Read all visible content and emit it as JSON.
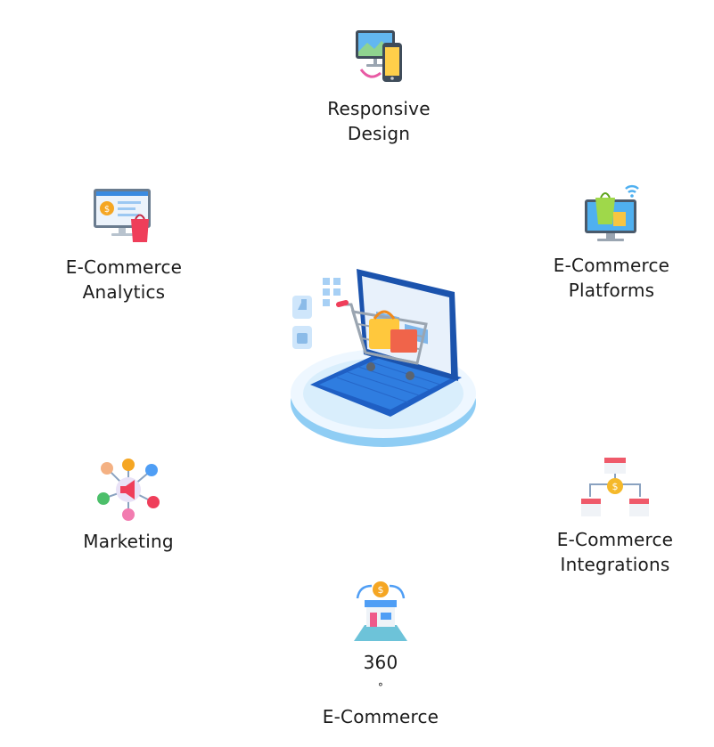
{
  "center": {
    "icon": "laptop-shopping-cart-icon"
  },
  "nodes": [
    {
      "id": "responsive",
      "line1": "Responsive",
      "line2": "Design",
      "icon": "responsive-devices-icon"
    },
    {
      "id": "analytics",
      "line1": "E-Commerce",
      "line2": "Analytics",
      "icon": "shop-monitor-bag-icon"
    },
    {
      "id": "platforms",
      "line1": "E-Commerce",
      "line2": "Platforms",
      "icon": "monitor-wifi-bag-icon"
    },
    {
      "id": "marketing",
      "line1": "Marketing",
      "line2": "",
      "icon": "megaphone-network-icon"
    },
    {
      "id": "integrations",
      "line1": "E-Commerce",
      "line2": "Integrations",
      "icon": "store-network-coin-icon"
    },
    {
      "id": "threesixty",
      "line1": "360",
      "line1_suffix": "°",
      "line2": "E-Commerce",
      "icon": "store-coin-cycle-icon"
    }
  ],
  "colors": {
    "blue": "#2f73d9",
    "lightblue": "#8ec9f2",
    "orange": "#f5a623",
    "red": "#e85a5a",
    "yellow": "#ffd24a",
    "green": "#6dc36d",
    "pink": "#f27cb0"
  }
}
